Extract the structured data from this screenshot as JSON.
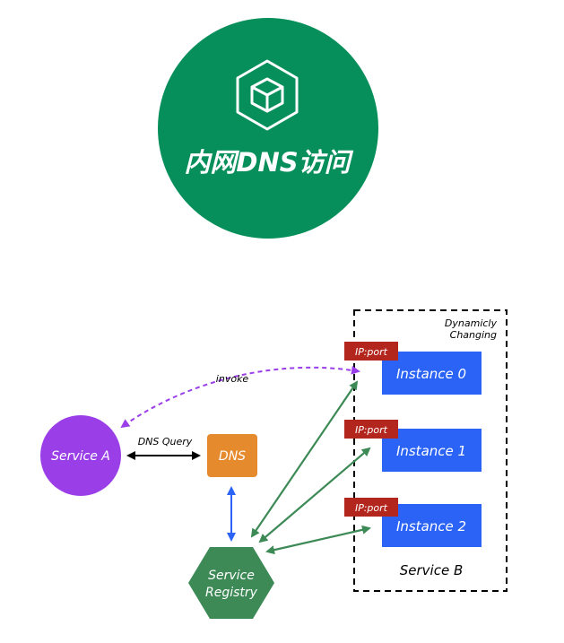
{
  "hero": {
    "title": "内网DNS访问",
    "circle_color": "#068f5b",
    "icon": "cube-icon"
  },
  "diagram": {
    "service_a": {
      "label": "Service A",
      "color": "#9a3fe8"
    },
    "dns": {
      "label": "DNS",
      "color": "#e68a2e"
    },
    "registry": {
      "line1": "Service",
      "line2": "Registry",
      "color": "#3d8a57"
    },
    "group": {
      "label": "Service B",
      "corner_line1": "Dynamicly",
      "corner_line2": "Changing"
    },
    "instances": [
      {
        "label": "Instance 0",
        "tag": "IP:port"
      },
      {
        "label": "Instance 1",
        "tag": "IP:port"
      },
      {
        "label": "Instance 2",
        "tag": "IP:port"
      }
    ],
    "edges": {
      "invoke": "invoke",
      "dns_query": "DNS Query"
    },
    "colors": {
      "instance": "#2a63f5",
      "tag": "#b3261e",
      "invoke_arrow": "#9a3fe8",
      "registry_arrow": "#3d8a57",
      "dns_registry_arrow": "#2a63f5",
      "query_arrow": "#000000"
    }
  }
}
